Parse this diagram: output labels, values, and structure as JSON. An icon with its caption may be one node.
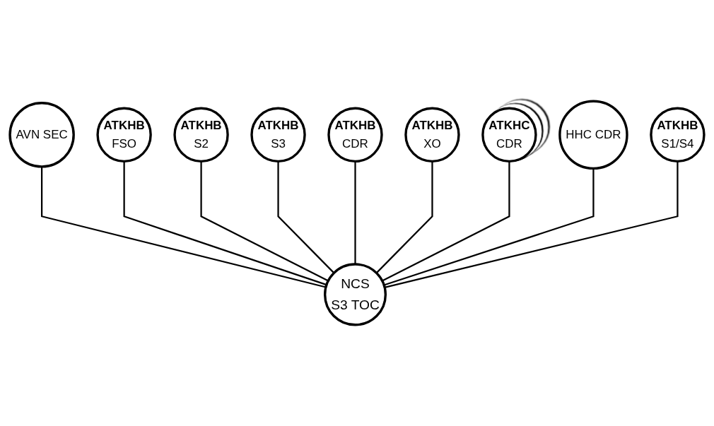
{
  "diagram": {
    "nodes": [
      {
        "text": [
          "NCS",
          "S3 TOC"
        ]
      },
      {
        "text": [
          "AVN SEC"
        ]
      },
      {
        "text": [
          "ATKHB",
          "FSO"
        ]
      },
      {
        "text": [
          "ATKHB",
          "S2"
        ]
      },
      {
        "text": [
          "ATKHB",
          "S3"
        ]
      },
      {
        "text": [
          "ATKHB",
          "CDR"
        ]
      },
      {
        "text": [
          "ATKHB",
          "XO"
        ]
      },
      {
        "text": [
          "ATKHC",
          "CDR"
        ]
      },
      {
        "text": [
          "HHC CDR"
        ]
      },
      {
        "text": [
          "ATKHB",
          "S1/S4"
        ]
      }
    ],
    "edges": [
      {
        "from": 0,
        "to": 1,
        "arrow": "none"
      },
      {
        "from": 0,
        "to": 2,
        "arrow": "none"
      },
      {
        "from": 0,
        "to": 3,
        "arrow": "none"
      },
      {
        "from": 0,
        "to": 4,
        "arrow": "none"
      },
      {
        "from": 0,
        "to": 5,
        "arrow": "none"
      },
      {
        "from": 0,
        "to": 6,
        "arrow": "none"
      },
      {
        "from": 0,
        "to": 7,
        "arrow": "none"
      },
      {
        "from": 0,
        "to": 8,
        "arrow": "none"
      },
      {
        "from": 0,
        "to": 9,
        "arrow": "none"
      }
    ]
  }
}
